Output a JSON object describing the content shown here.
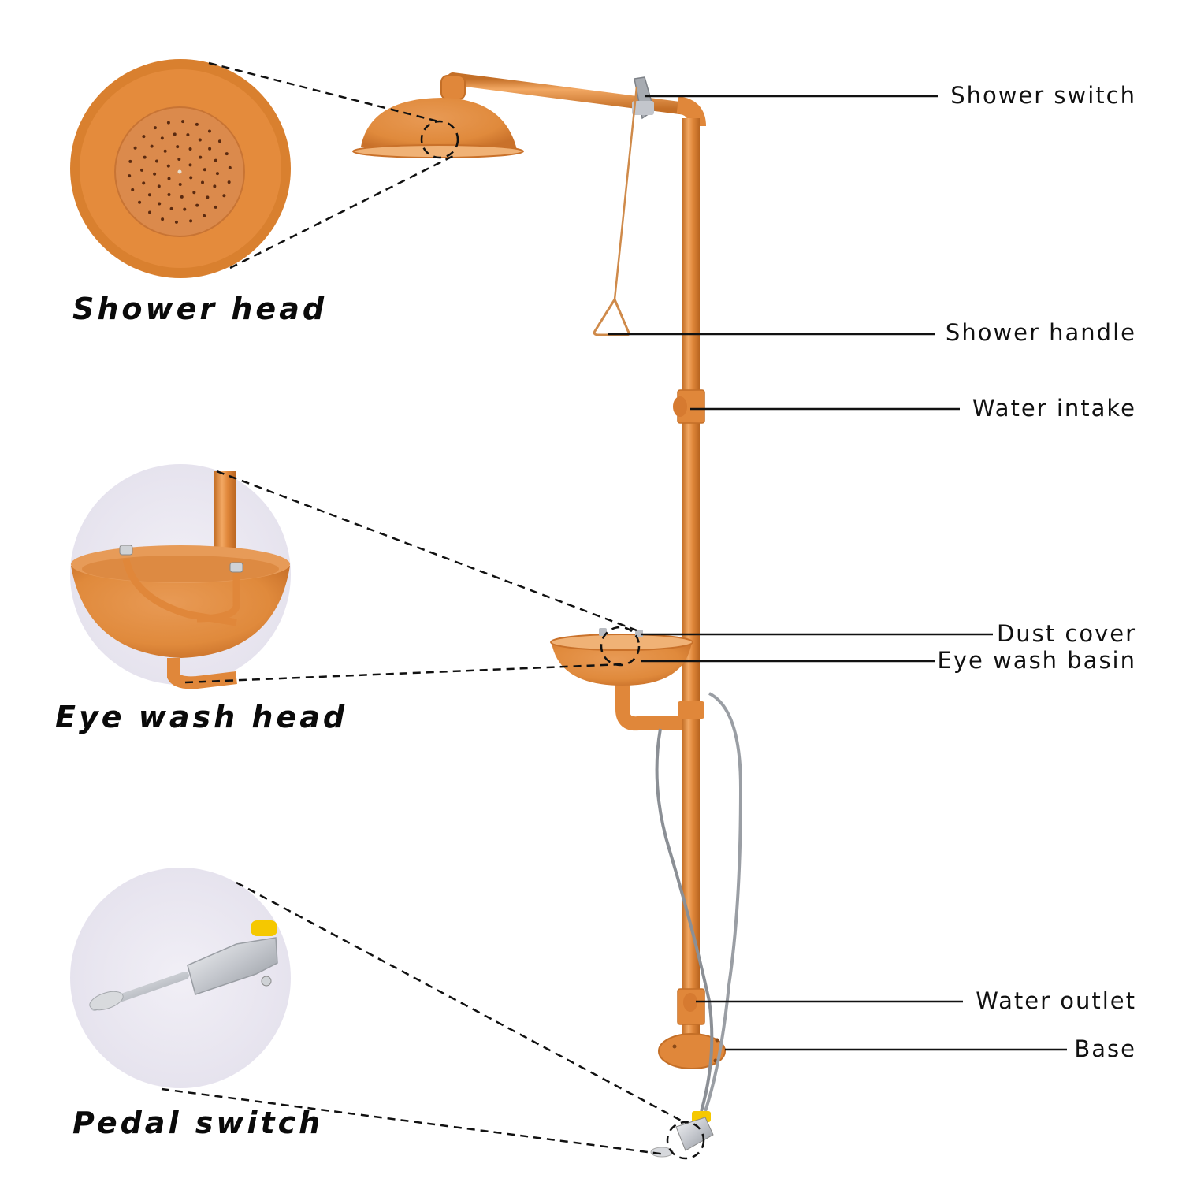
{
  "colors": {
    "pipe": "#e0873a",
    "pipe_dark": "#c46f27",
    "pipe_light": "#f2a863",
    "detail_bg": "#eceaf2",
    "metal": "#b9bcc2",
    "yellow": "#f5c800",
    "line": "#111111"
  },
  "callouts": [
    {
      "id": "shower-switch",
      "label": "Shower switch"
    },
    {
      "id": "shower-handle",
      "label": "Shower handle"
    },
    {
      "id": "water-intake",
      "label": "Water intake"
    },
    {
      "id": "dust-cover",
      "label": "Dust cover"
    },
    {
      "id": "eye-wash-basin",
      "label": "Eye wash basin"
    },
    {
      "id": "water-outlet",
      "label": "Water outlet"
    },
    {
      "id": "base",
      "label": "Base"
    }
  ],
  "details": [
    {
      "id": "shower-head",
      "title": "Shower head"
    },
    {
      "id": "eye-wash-head",
      "title": "Eye wash head"
    },
    {
      "id": "pedal-switch",
      "title": "Pedal switch"
    }
  ]
}
